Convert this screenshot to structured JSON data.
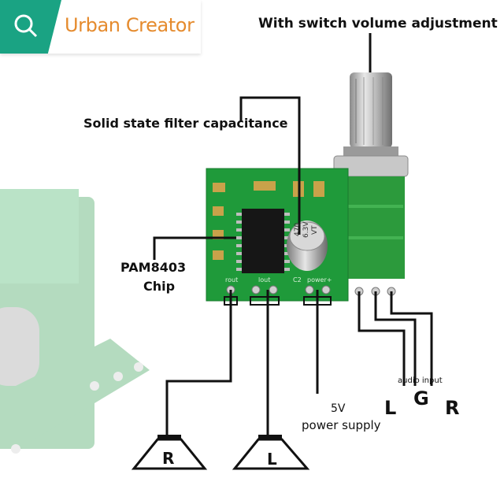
{
  "branding": {
    "name": "Urban Creator",
    "tile_color": "#1aa383",
    "text_color": "#e58b2e",
    "icon": "search-icon"
  },
  "labels": {
    "volume": "With switch volume adjustment",
    "capacitor": "Solid state filter capacitance",
    "chip_line1": "PAM8403",
    "chip_line2": "Chip",
    "power_line1": "5V",
    "power_line2": "power supply",
    "audio_input": "audio input",
    "input_L": "L",
    "input_G": "G",
    "input_R": "R"
  },
  "speakers": {
    "right": "R",
    "left": "L"
  },
  "board": {
    "color": "#1f9a3a",
    "capacitor_text": [
      "470",
      "6.3V",
      "VT"
    ],
    "silkscreen": [
      "rout",
      "lout",
      "C2",
      "power+"
    ]
  }
}
